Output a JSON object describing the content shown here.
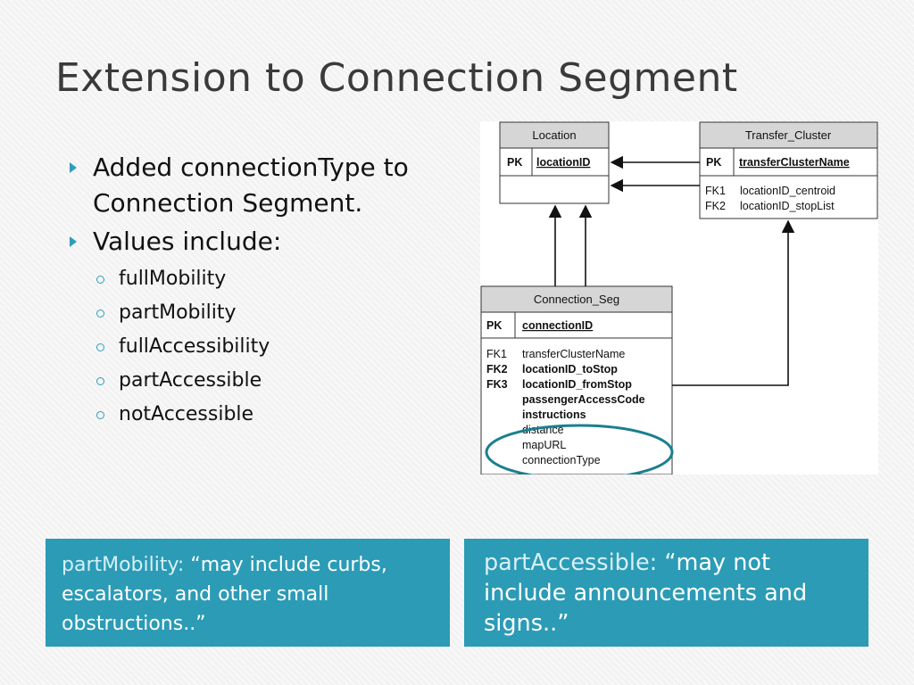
{
  "slide": {
    "title": "Extension to Connection Segment",
    "bullets": [
      {
        "text": "Added connectionType to Connection Segment."
      },
      {
        "text": "Values include:"
      }
    ],
    "sub_bullets": [
      "fullMobility",
      "partMobility",
      "fullAccessibility",
      "partAccessible",
      "notAccessible"
    ]
  },
  "diagram": {
    "location": {
      "name": "Location",
      "pk_label": "PK",
      "pk_field": "locationID"
    },
    "transfer_cluster": {
      "name": "Transfer_Cluster",
      "pk_label": "PK",
      "pk_field": "transferClusterName",
      "fk_labels": [
        "FK1",
        "FK2"
      ],
      "fields": [
        "locationID_centroid",
        "locationID_stopList"
      ]
    },
    "connection_seg": {
      "name": "Connection_Seg",
      "pk_label": "PK",
      "pk_field": "connectionID",
      "fk_labels": [
        "FK1",
        "FK2",
        "FK3"
      ],
      "fields": [
        "transferClusterName",
        "locationID_toStop",
        "locationID_fromStop",
        "passengerAccessCode",
        "instructions",
        "distance",
        "mapURL",
        "connectionType"
      ]
    },
    "highlight_color": "#1b7f8e"
  },
  "callouts": {
    "left": {
      "term": "partMobility:",
      "quote": " “may include curbs, escalators, and other small obstructions..”"
    },
    "right": {
      "term": "partAccessible:",
      "quote": "  “may not include announcements and signs..”"
    }
  },
  "colors": {
    "accent": "#2f9db9",
    "panel": "#2b9bb6",
    "header": "#d6d6d6"
  }
}
